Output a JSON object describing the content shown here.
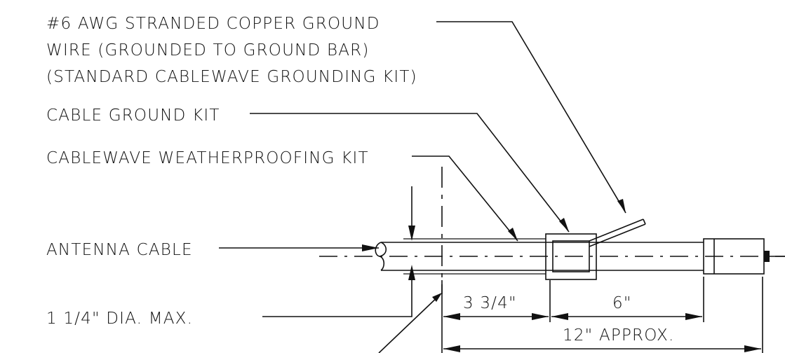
{
  "labels": {
    "ground_wire_line1": "#6 AWG STRANDED COPPER GROUND",
    "ground_wire_line2": "WIRE (GROUNDED TO GROUND BAR)",
    "ground_wire_line3": "(STANDARD CABLEWAVE GROUNDING KIT)",
    "cable_ground_kit": "CABLE GROUND KIT",
    "weatherproofing_kit": "CABLEWAVE WEATHERPROOFING KIT",
    "antenna_cable": "ANTENNA CABLE",
    "diameter": "1 1/4\" DIA. MAX."
  },
  "dimensions": {
    "dim_a": "3 3/4\"",
    "dim_b": "6\"",
    "dim_total": "12\" APPROX."
  }
}
